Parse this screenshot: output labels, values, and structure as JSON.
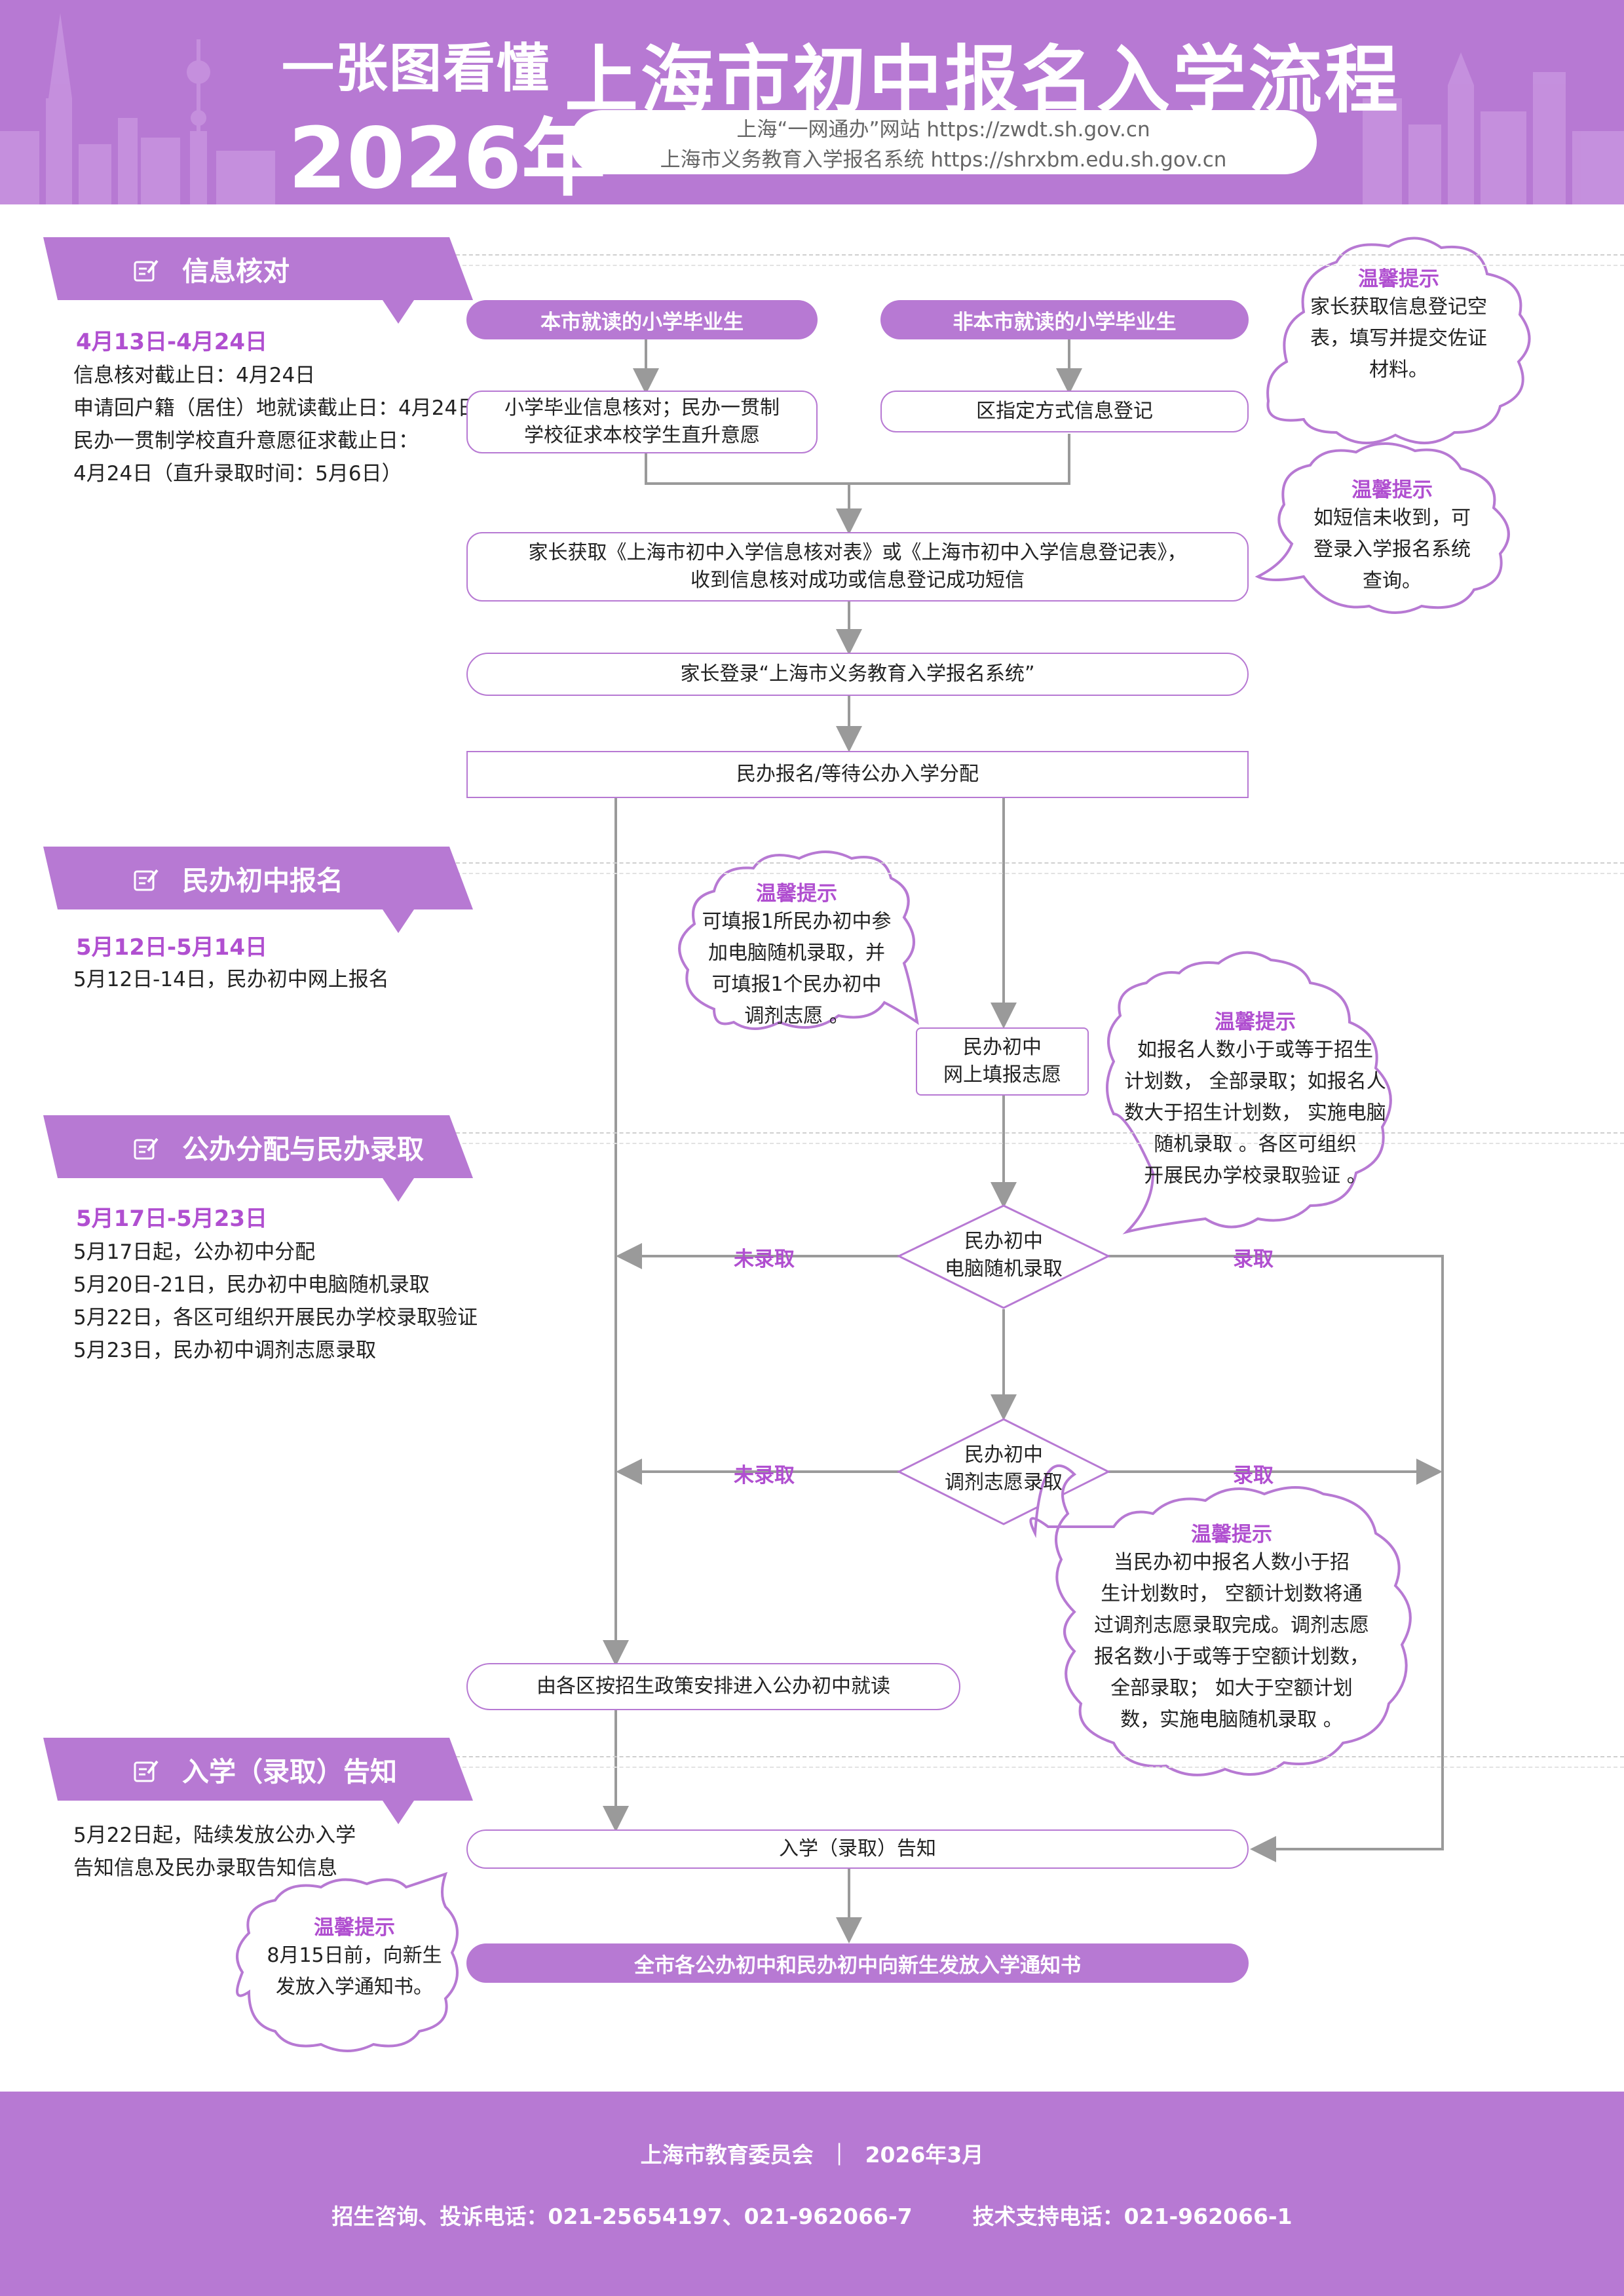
{
  "header": {
    "pretitle": "一张图看懂",
    "year": "2026年",
    "title": "上海市初中报名入学流程",
    "url1": "上海“一网通办”网站 https://zwdt.sh.gov.cn",
    "url2": "上海市义务教育入学报名系统 https://shrxbm.edu.sh.gov.cn"
  },
  "sections": {
    "s1": {
      "title": "信息核对",
      "date": "4月13日-4月24日",
      "lines": [
        "信息核对截止日：4月24日",
        "申请回户籍（居住）地就读截止日：4月24日",
        "民办一贯制学校直升意愿征求截止日：",
        "4月24日（直升录取时间：5月6日）"
      ]
    },
    "s2": {
      "title": "民办初中报名",
      "date": "5月12日-5月14日",
      "lines": [
        "5月12日-14日，民办初中网上报名"
      ]
    },
    "s3": {
      "title": "公办分配与民办录取",
      "date": "5月17日-5月23日",
      "lines": [
        "5月17日起，公办初中分配",
        "5月20日-21日，民办初中电脑随机录取",
        "5月22日，各区可组织开展民办学校录取验证",
        "5月23日，民办初中调剂志愿录取"
      ]
    },
    "s4": {
      "title": "入学（录取）告知",
      "lines": [
        "5月22日起，陆续发放公办入学",
        "告知信息及民办录取告知信息"
      ]
    }
  },
  "flow": {
    "local_grad": "本市就读的小学毕业生",
    "nonlocal_grad": "非本市就读的小学毕业生",
    "local_step_l1": "小学毕业信息核对；民办一贯制",
    "local_step_l2": "学校征求本校学生直升意愿",
    "nonlocal_step": "区指定方式信息登记",
    "parent_get_l1": "家长获取《上海市初中入学信息核对表》或《上海市初中入学信息登记表》，",
    "parent_get_l2": "收到信息核对成功或信息登记成功短信",
    "parent_login": "家长登录“上海市义务教育入学报名系统”",
    "private_or_wait": "民办报名/等待公办入学分配",
    "private_apply_l1": "民办初中",
    "private_apply_l2": "网上填报志愿",
    "lottery_l1": "民办初中",
    "lottery_l2": "电脑随机录取",
    "adjust_l1": "民办初中",
    "adjust_l2": "调剂志愿录取",
    "not_admitted": "未录取",
    "admitted": "录取",
    "public_assign": "由各区按招生政策安排进入公办初中就读",
    "notify": "入学（录取）告知",
    "final": "全市各公办初中和民办初中向新生发放入学通知书"
  },
  "tips": {
    "title": "温馨提示",
    "t1": [
      "家长获取信息登记空",
      "表，填写并提交佐证",
      "材料。"
    ],
    "t2": [
      "如短信未收到，可",
      "登录入学报名系统",
      "查询。"
    ],
    "t3": [
      "可填报1所民办初中参",
      "加电脑随机录取，并",
      "可填报1个民办初中",
      "调剂志愿 。"
    ],
    "t4": [
      "如报名人数小于或等于招生",
      "计划数， 全部录取；如报名人",
      "数大于招生计划数， 实施电脑",
      "随机录取 。各区可组织",
      "开展民办学校录取验证 。"
    ],
    "t5": [
      "当民办初中报名人数小于招",
      "生计划数时， 空额计划数将通",
      "过调剂志愿录取完成。调剂志愿",
      "报名数小于或等于空额计划数，",
      "全部录取； 如大于空额计划",
      "数，实施电脑随机录取 。"
    ],
    "t6": [
      "8月15日前，向新生",
      "发放入学通知书。"
    ]
  },
  "footer": {
    "line1": "上海市教育委员会  ｜  2026年3月",
    "line2": "招生咨询、投诉电话：021-25654197、021-962066-7        技术支持电话：021-962066-1"
  },
  "colors": {
    "brand": "#b779d3",
    "accent_text": "#b04fd0",
    "arrow": "#9a9a9a"
  },
  "icons": {
    "section": "edit-note-icon"
  }
}
